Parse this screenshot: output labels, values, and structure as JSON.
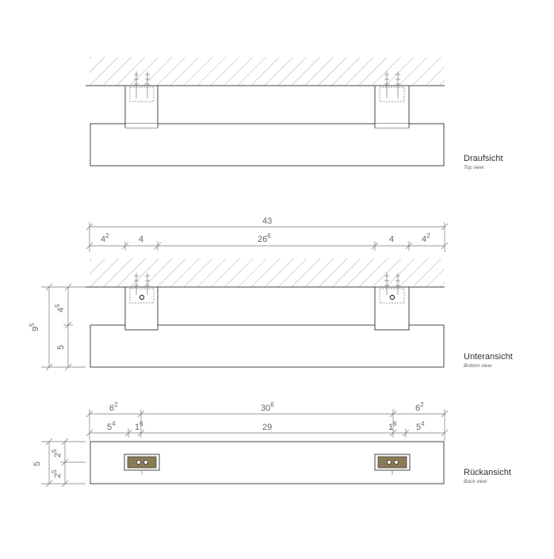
{
  "views": {
    "top": {
      "title": "Draufsicht",
      "subtitle": "Top view"
    },
    "bottom": {
      "title": "Unteransicht",
      "subtitle": "Bottom view"
    },
    "back": {
      "title": "Rückansicht",
      "subtitle": "Back view"
    }
  },
  "dimensions": {
    "overall_width": "43",
    "end_left": {
      "base": "4",
      "sup": "2"
    },
    "end_right": {
      "base": "4",
      "sup": "2"
    },
    "bracket_left": "4",
    "bracket_right": "4",
    "between_brackets": {
      "base": "26",
      "sup": "6"
    },
    "total_height": {
      "base": "9",
      "sup": "5"
    },
    "bracket_depth": {
      "base": "4",
      "sup": "5"
    },
    "bar_height": "5",
    "back_left_outer": {
      "base": "6",
      "sup": "2"
    },
    "back_right_outer": {
      "base": "6",
      "sup": "2"
    },
    "back_center_outer": {
      "base": "30",
      "sup": "6"
    },
    "back_left_inner": {
      "base": "5",
      "sup": "4"
    },
    "back_right_inner": {
      "base": "5",
      "sup": "4"
    },
    "back_small_left": {
      "base": "1",
      "sup": "6"
    },
    "back_small_right": {
      "base": "1",
      "sup": "6"
    },
    "back_center_inner": "29",
    "back_height": "5",
    "back_half_upper": {
      "base": "2",
      "sup": "5"
    },
    "back_half_lower": {
      "base": "2",
      "sup": "5"
    }
  },
  "colors": {
    "line": "#444444",
    "hatch": "#888888",
    "mount_plate": "#8a7a55"
  }
}
